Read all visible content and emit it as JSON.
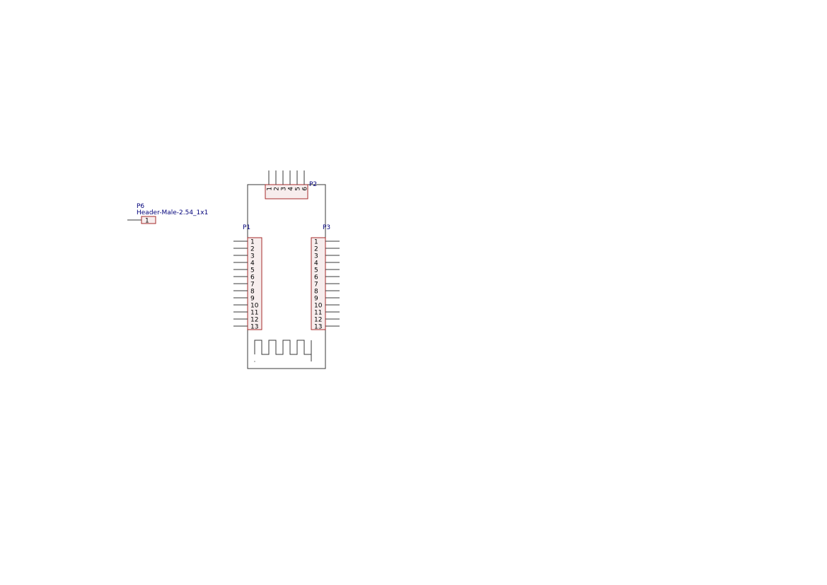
{
  "colors": {
    "wire": "#3a3a3a",
    "header_border": "#a52a2a",
    "header_fill": "#f7eded",
    "label": "#00007a",
    "pin_text": "#000000",
    "background": "#ffffff"
  },
  "components": {
    "p6": {
      "ref": "P6",
      "value": "Header-Male-2.54_1x1",
      "pins": [
        "1"
      ]
    },
    "p1": {
      "ref": "P1",
      "pins": [
        "1",
        "2",
        "3",
        "4",
        "5",
        "6",
        "7",
        "8",
        "9",
        "10",
        "11",
        "12",
        "13"
      ]
    },
    "p2": {
      "ref": "P2",
      "pins": [
        "1",
        "2",
        "3",
        "4",
        "5",
        "6"
      ]
    },
    "p3": {
      "ref": "P3",
      "pins": [
        "1",
        "2",
        "3",
        "4",
        "5",
        "6",
        "7",
        "8",
        "9",
        "10",
        "11",
        "12",
        "13"
      ]
    }
  },
  "module": {
    "antenna_icon": "meander-antenna-icon"
  }
}
